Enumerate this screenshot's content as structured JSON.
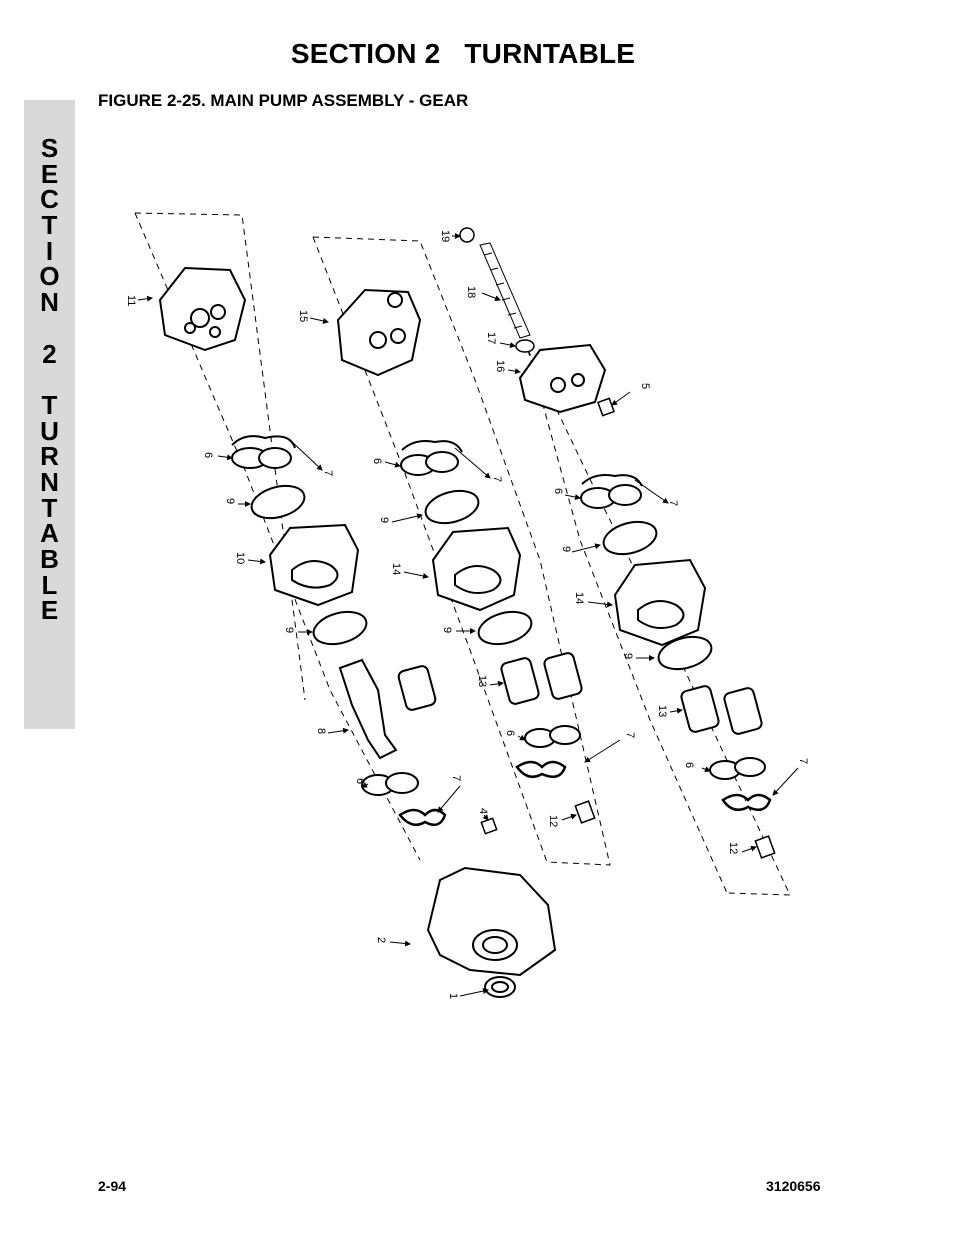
{
  "header": {
    "section_title": "SECTION 2   TURNTABLE",
    "figure_title": "FIGURE 2-25.  MAIN PUMP ASSEMBLY - GEAR"
  },
  "side_tab": {
    "letters": [
      "S",
      "E",
      "C",
      "T",
      "I",
      "O",
      "N",
      "",
      "2",
      "",
      "T",
      "U",
      "R",
      "N",
      "T",
      "A",
      "B",
      "L",
      "E"
    ]
  },
  "callouts": {
    "c1": "1",
    "c2": "2",
    "c4": "4",
    "c5": "5",
    "c6a": "6",
    "c6b": "6",
    "c6c": "6",
    "c6d": "6",
    "c6e": "6",
    "c6f": "6",
    "c7a": "7",
    "c7b": "7",
    "c7c": "7",
    "c7d": "7",
    "c7e": "7",
    "c7f": "7",
    "c8": "8",
    "c9a": "9",
    "c9b": "9",
    "c9c": "9",
    "c9d": "9",
    "c9e": "9",
    "c9f": "9",
    "c10": "10",
    "c11": "11",
    "c12a": "12",
    "c12b": "12",
    "c13a": "13",
    "c13b": "13",
    "c14a": "14",
    "c14b": "14",
    "c15": "15",
    "c16": "16",
    "c17": "17",
    "c18": "18",
    "c19": "19"
  },
  "footer": {
    "page_number": "2-94",
    "doc_number": "3120656"
  }
}
